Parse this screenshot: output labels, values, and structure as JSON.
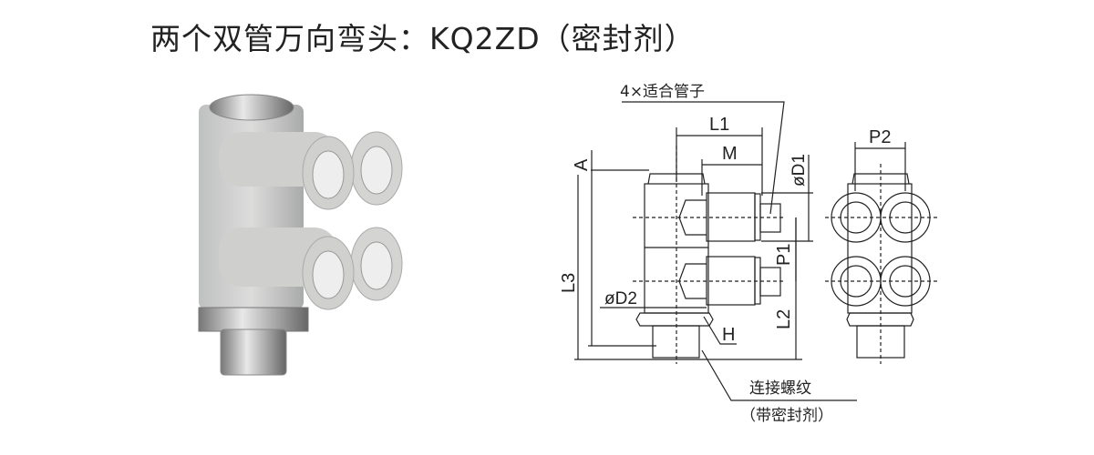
{
  "title": "两个双管万向弯头：KQ2ZD（密封剂）",
  "photo": {
    "caption": ""
  },
  "drawing": {
    "tube_note": "4×适合管子",
    "dims": {
      "L1": "L1",
      "M": "M",
      "A": "A",
      "L3": "L3",
      "D2": "øD2",
      "H": "H",
      "L2": "L2",
      "P1": "P1",
      "D1": "øD1",
      "P2": "P2"
    },
    "thread_note": "连接螺纹",
    "thread_note_sub": "（带密封剂）"
  }
}
